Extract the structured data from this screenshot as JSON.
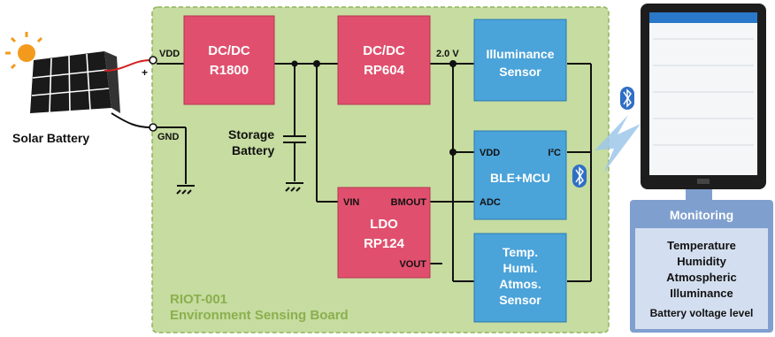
{
  "colors": {
    "board_fill": "#c6dca0",
    "board_border": "#8fb35a",
    "board_text": "#8ab04e",
    "red_block": "#e0506e",
    "red_block_border": "#b83552",
    "blue_block": "#4aa3d9",
    "blue_block_border": "#2a7bb0",
    "monitor_panel": "#7f9fcf",
    "monitor_panel_light": "#cfdcef",
    "wire": "#111111",
    "positive_wire": "#d62020",
    "sun": "#f39a1e"
  },
  "solar": {
    "label": "Solar Battery",
    "plus": "+"
  },
  "pins": {
    "vdd": "VDD",
    "gnd": "GND",
    "voltage": "2.0 V"
  },
  "blocks": {
    "dcdc1": {
      "line1": "DC/DC",
      "line2": "R1800"
    },
    "dcdc2": {
      "line1": "DC/DC",
      "line2": "RP604"
    },
    "illuminance": {
      "line1": "Illuminance",
      "line2": "Sensor"
    },
    "ble": {
      "vdd": "VDD",
      "i2c": "I²C",
      "title": "BLE+MCU",
      "adc": "ADC"
    },
    "ldo": {
      "vin": "VIN",
      "bmout": "BMOUT",
      "line1": "LDO",
      "line2": "RP124",
      "vout": "VOUT"
    },
    "temp": {
      "line1": "Temp.",
      "line2": "Humi.",
      "line3": "Atmos.",
      "line4": "Sensor"
    }
  },
  "storage": {
    "line1": "Storage",
    "line2": "Battery"
  },
  "board": {
    "name": "RIOT-001",
    "subtitle": "Environment Sensing Board"
  },
  "monitoring": {
    "title": "Monitoring",
    "items": [
      "Temperature",
      "Humidity",
      "Atmospheric",
      "Illuminance"
    ],
    "battery": "Battery voltage level"
  },
  "icons": {
    "bluetooth_top": "bluetooth-icon",
    "bluetooth_mid": "bluetooth-icon",
    "sun": "sun-icon",
    "solar_panel": "solar-panel-icon",
    "tablet": "tablet-icon"
  }
}
